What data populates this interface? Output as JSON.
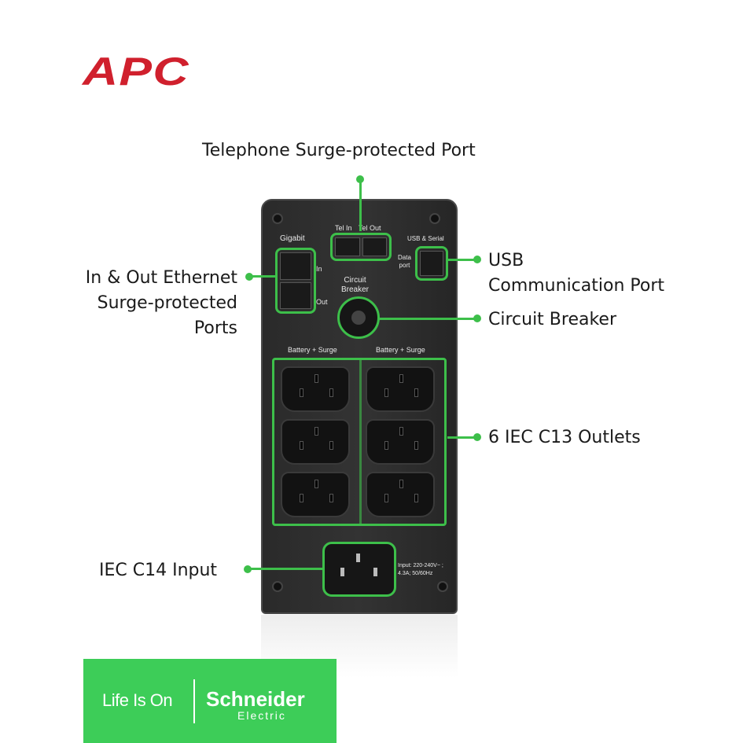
{
  "brand": {
    "logo": "APC",
    "accent": "#d0202d"
  },
  "callouts": {
    "telephone": "Telephone Surge-protected Port",
    "ethernet": [
      "In & Out Ethernet",
      "Surge-protected",
      "Ports"
    ],
    "usb": [
      "USB",
      "Communication Port"
    ],
    "breaker": "Circuit Breaker",
    "outlets": "6 IEC C13 Outlets",
    "input": "IEC C14 Input",
    "line_color": "#3dbf4a"
  },
  "device": {
    "tel_in": "Tel In",
    "tel_out": "Tel Out",
    "gigabit": "Gigabit",
    "eth_in": "In",
    "eth_out": "Out",
    "usb_serial": "USB & Serial",
    "data_port": [
      "Data",
      "port"
    ],
    "circuit_breaker": [
      "Circuit",
      "Breaker"
    ],
    "battery_surge_left": "Battery + Surge",
    "battery_surge_right": "Battery + Surge",
    "input_rating": [
      "Input: 220-240V~ ;",
      "4.3A; 50/60Hz"
    ]
  },
  "banner": {
    "tagline": "Life Is On",
    "company": "Schneider",
    "company_sub": "Electric",
    "color": "#3dcd58"
  }
}
